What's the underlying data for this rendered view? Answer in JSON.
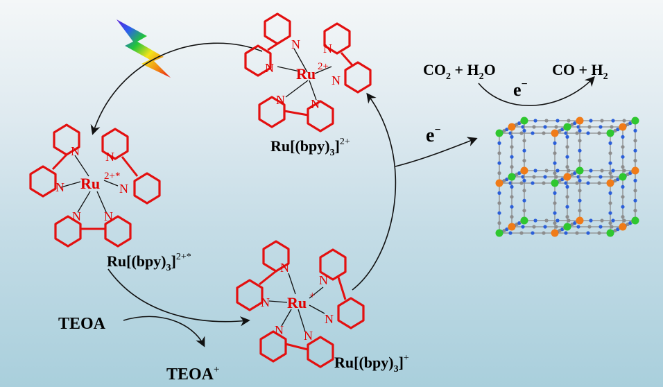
{
  "complexes": {
    "top": {
      "metal": "Ru",
      "charge": "2+",
      "formula": "Ru[(bpy)",
      "sub": "3",
      "sup": "2+"
    },
    "left": {
      "metal": "Ru",
      "charge": "2+*",
      "formula": "Ru[(bpy)",
      "sub": "3",
      "sup": "2+*"
    },
    "bottom": {
      "metal": "Ru",
      "charge": "+",
      "formula": "Ru[(bpy)",
      "sub": "3",
      "sup": "+"
    },
    "nitrogen": "N"
  },
  "reagents": {
    "donor": "TEOA",
    "donor_ox": "TEOA",
    "donor_ox_sup": "+"
  },
  "electron": {
    "symbol": "e",
    "sup": "−"
  },
  "reaction": {
    "lhs_co": "CO",
    "lhs_co_sub": "2",
    "lhs_plus": " + ",
    "lhs_h": "H",
    "lhs_h_sub": "2",
    "lhs_o": "O",
    "rhs": "CO + H",
    "rhs_sub": "2"
  },
  "colors": {
    "complex": "#e31010",
    "lattice_green": "#2fc72f",
    "lattice_orange": "#f07b18",
    "lattice_blue": "#2b5fd9",
    "lattice_gray": "#8d8d8d"
  },
  "icons": [
    "lightning-icon"
  ]
}
